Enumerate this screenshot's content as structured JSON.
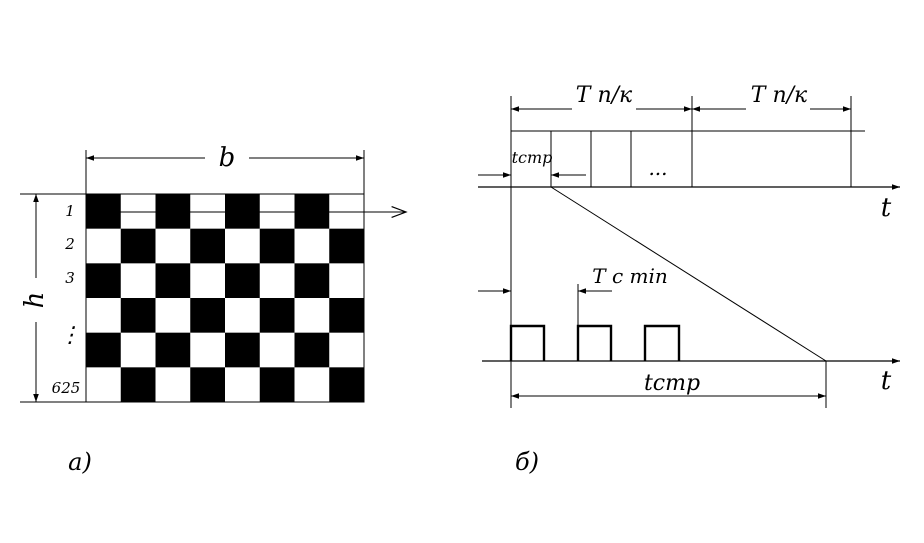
{
  "figure_a": {
    "width_label": "b",
    "height_label": "h",
    "row_labels": [
      "1",
      "2",
      "3",
      "⋮",
      "625"
    ],
    "grid": {
      "rows": 6,
      "cols": 8
    },
    "caption": "а)"
  },
  "figure_b": {
    "period_label_1": "T п/к",
    "period_label_2": "T п/к",
    "t_str_top": "tстр",
    "dots": "...",
    "t_min_label": "T c min",
    "t_str_bottom": "tстр",
    "time_axis_top": "t",
    "time_axis_bottom": "t",
    "pulse_count": 3,
    "caption": "б)"
  }
}
